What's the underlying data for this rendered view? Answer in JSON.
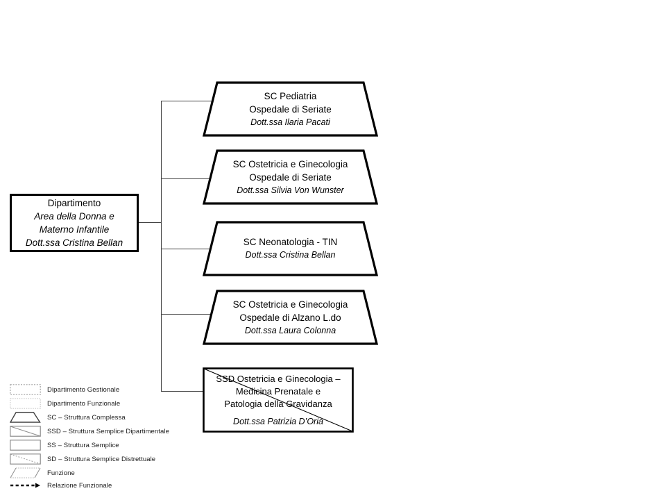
{
  "department": {
    "line1": "Dipartimento",
    "line2": "Area della Donna e",
    "line3": "Materno Infantile",
    "head": "Dott.ssa Cristina Bellan"
  },
  "units": [
    {
      "type": "SC",
      "name": "SC Pediatria",
      "location": "Ospedale di Seriate",
      "head": "Dott.ssa Ilaria Pacati"
    },
    {
      "type": "SC",
      "name": "SC Ostetricia e Ginecologia",
      "location": "Ospedale di Seriate",
      "head": "Dott.ssa Silvia Von Wunster"
    },
    {
      "type": "SC",
      "name": "SC Neonatologia - TIN",
      "location": "",
      "head": "Dott.ssa Cristina Bellan"
    },
    {
      "type": "SC",
      "name": "SC Ostetricia e Ginecologia",
      "location": "Ospedale di Alzano L.do",
      "head": "Dott.ssa Laura Colonna"
    },
    {
      "type": "SSD",
      "name": "SSD Ostetricia e Ginecologia –",
      "name2": "Medicina Prenatale e",
      "name3": "Patologia della Gravidanza",
      "head": "Dott.ssa Patrizia D’Oria"
    }
  ],
  "legend": {
    "items": [
      {
        "shape": "rect-dotted-dark",
        "label": "Dipartimento Gestionale"
      },
      {
        "shape": "rect-dotted-light",
        "label": "Dipartimento Funzionale"
      },
      {
        "shape": "trapezoid",
        "label": "SC – Struttura Complessa"
      },
      {
        "shape": "rect-diagonal",
        "label": "SSD – Struttura Semplice Dipartimentale"
      },
      {
        "shape": "rect",
        "label": "SS – Struttura Semplice"
      },
      {
        "shape": "rect-dotted-diagonal",
        "label": "SD – Struttura Semplice Distrettuale"
      },
      {
        "shape": "parallelogram-dotted",
        "label": "Funzione"
      },
      {
        "shape": "dashed-arrow",
        "label": "Relazione Funzionale"
      }
    ]
  },
  "colors": {
    "box_border": "#000000",
    "connector": "#3f3f3f",
    "legend_gray": "#8c8c8c"
  }
}
